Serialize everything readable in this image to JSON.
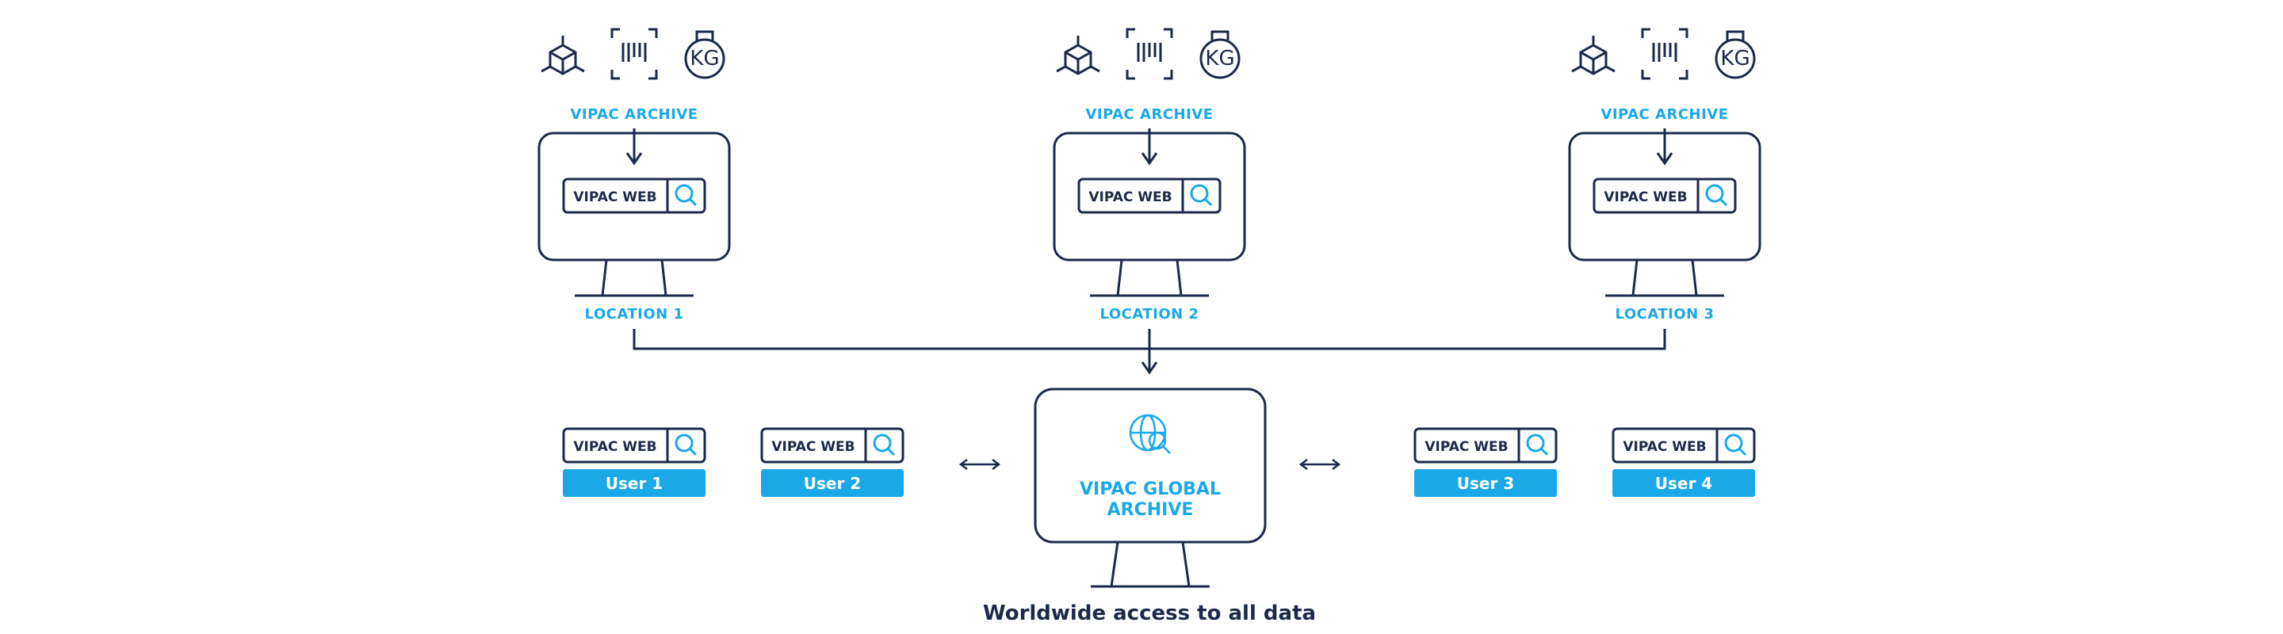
{
  "locations": [
    {
      "archive_label": "VIPAC ARCHIVE",
      "web_label": "VIPAC WEB",
      "location_label": "LOCATION 1",
      "kg_label": "KG"
    },
    {
      "archive_label": "VIPAC ARCHIVE",
      "web_label": "VIPAC WEB",
      "location_label": "LOCATION 2",
      "kg_label": "KG"
    },
    {
      "archive_label": "VIPAC ARCHIVE",
      "web_label": "VIPAC WEB",
      "location_label": "LOCATION 3",
      "kg_label": "KG"
    }
  ],
  "users": [
    {
      "web_label": "VIPAC WEB",
      "name": "User 1"
    },
    {
      "web_label": "VIPAC WEB",
      "name": "User 2"
    },
    {
      "web_label": "VIPAC WEB",
      "name": "User 3"
    },
    {
      "web_label": "VIPAC WEB",
      "name": "User 4"
    }
  ],
  "global_archive": {
    "line1": "VIPAC GLOBAL",
    "line2": "ARCHIVE"
  },
  "caption": "Worldwide access to all data",
  "colors": {
    "navy": "#1b2a4a",
    "accent": "#1aa8e8",
    "background": "#ffffff"
  },
  "icons": [
    "cube-icon",
    "barcode-scan-icon",
    "weight-kg-icon",
    "search-icon",
    "globe-search-icon",
    "double-arrow-icon"
  ]
}
